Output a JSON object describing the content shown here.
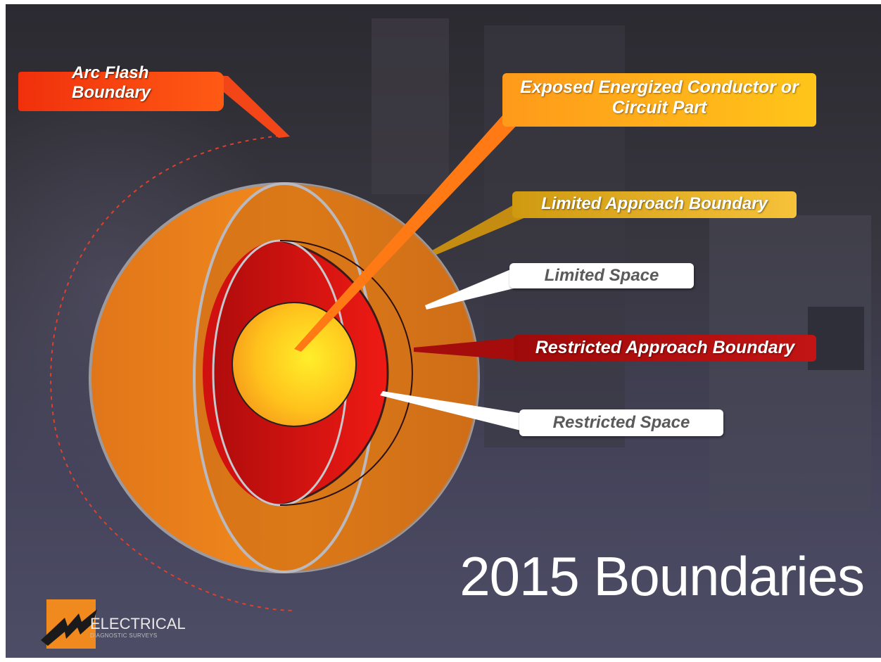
{
  "labels": {
    "arc_flash": "Arc Flash Boundary",
    "exposed": "Exposed Energized Conductor or Circuit Part",
    "limited_approach": "Limited Approach Boundary",
    "limited_space": "Limited Space",
    "restricted_approach": "Restricted Approach Boundary",
    "restricted_space": "Restricted Space"
  },
  "title": "2015 Boundaries",
  "logo": {
    "name": "ELECTRICAL",
    "subtitle": "DIAGNOSTIC SURVEYS"
  },
  "colors": {
    "arc_flash": "#f0300c",
    "exposed": "#ffb01a",
    "limited_approach": "#e0ac20",
    "restricted_approach": "#b01010",
    "outer_shell": "#f08a1e",
    "inner_shell": "#e01212",
    "core": "#ffd21a"
  }
}
